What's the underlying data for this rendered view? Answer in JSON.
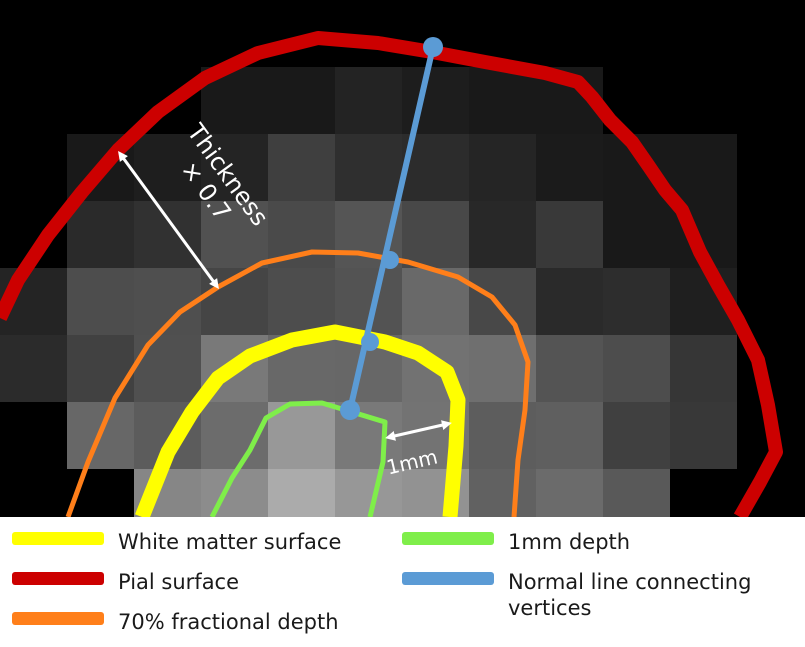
{
  "annotations": {
    "thickness_line1": "Thickness",
    "thickness_line2": "× 0.7",
    "distance_label": "1mm"
  },
  "legend": [
    {
      "key": "white",
      "label": "White matter surface",
      "color": "#ffff00"
    },
    {
      "key": "pial",
      "label": "Pial surface",
      "color": "#cc0000"
    },
    {
      "key": "fractional",
      "label": "70% fractional depth",
      "color": "#ff7f1a"
    },
    {
      "key": "depth",
      "label": "1mm depth",
      "color": "#7fee4a"
    },
    {
      "key": "normal",
      "label": "Normal line connecting\nvertices",
      "color": "#5b9bd5"
    }
  ],
  "colors": {
    "pial": "#cc0000",
    "white_matter": "#ffff00",
    "fractional_depth": "#ff7f1a",
    "mm_depth": "#7fee4a",
    "normal_line": "#5b9bd5",
    "arrow": "#ffffff"
  }
}
